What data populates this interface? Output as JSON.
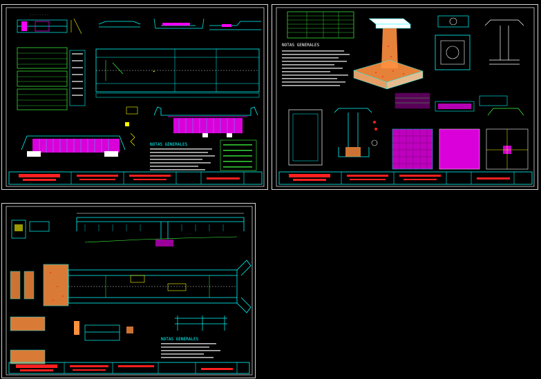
{
  "canvas": {
    "background": "#000000"
  },
  "colors": {
    "frame": "#d8d8d8",
    "red": "#ff2020",
    "cyan": "#00ffff",
    "green": "#40ff40",
    "magenta": "#ff00ff",
    "yellow": "#ffff00",
    "orange": "#ff9040",
    "white": "#ffffff",
    "blue": "#4060ff"
  },
  "sheets": [
    {
      "id": "sheet-1",
      "notes_title": "NOTAS GENERALES",
      "title_block": [
        "",
        "",
        "",
        "",
        ""
      ]
    },
    {
      "id": "sheet-2",
      "notes_title": "NOTAS GENERALES",
      "title_block": [
        "",
        "",
        "",
        "",
        ""
      ]
    },
    {
      "id": "sheet-3",
      "notes_title": "NOTAS GENERALES",
      "title_block": [
        "",
        "",
        "",
        "",
        ""
      ]
    }
  ]
}
